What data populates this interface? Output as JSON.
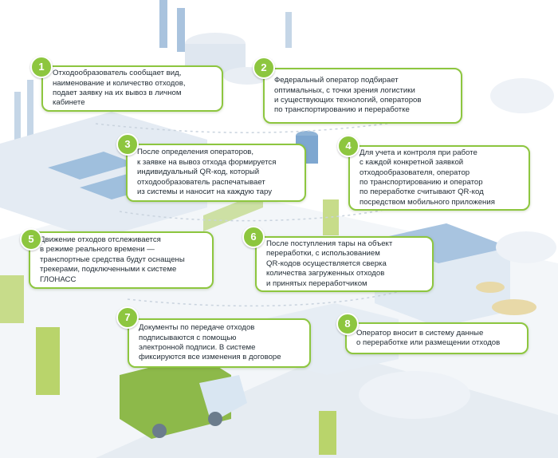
{
  "steps": [
    {
      "num": "1",
      "text": "Отходообразователь сообщает вид,\nнаименование и количество отходов,\nподает заявку на их вывоз в личном\nкабинете"
    },
    {
      "num": "2",
      "text": "Федеральный оператор подбирает\nоптимальных, с точки зрения логистики\nи существующих технологий, операторов\nпо транспортированию и переработке"
    },
    {
      "num": "3",
      "text": "После определения операторов,\nк заявке на вывоз отхода формируется\nиндивидуальный QR-код, который\nотходообразователь распечатывает\nиз системы и наносит на каждую тару"
    },
    {
      "num": "4",
      "text": "Для учета и контроля при работе\nс каждой конкретной заявкой\nотходообразователя, оператор\nпо транспортированию и оператор\nпо переработке считывают QR-код\nпосредством мобильного приложения"
    },
    {
      "num": "5",
      "text": "Движение отходов отслеживается\nв режиме реального времени —\nтранспортные средства  будут оснащены\nтрекерами, подключенными к системе\nГЛОНАСС"
    },
    {
      "num": "6",
      "text": "После поступления тары на объект\nпереработки, с использованием\nQR-кодов осуществляется сверка\nколичества загруженных отходов\nи принятых переработчиком"
    },
    {
      "num": "7",
      "text": "Документы по передаче отходов\nподписываются с помощью\nэлектронной подписи. В системе\nфиксируются все изменения в договоре"
    },
    {
      "num": "8",
      "text": "Оператор вносит в систему данные\nо переработке или размещении отходов"
    }
  ],
  "colors": {
    "accent": "#8dc63f",
    "building": "#dfe9f3",
    "roof": "#8fb3d6",
    "tree": "#b9d46b",
    "road": "#e8edf2"
  }
}
